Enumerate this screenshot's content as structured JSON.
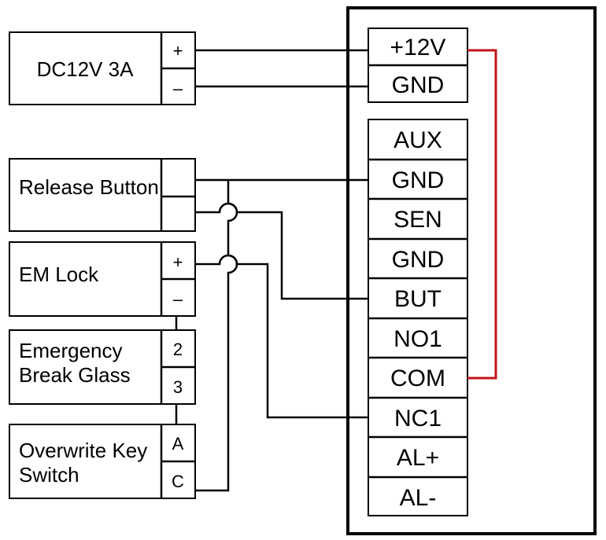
{
  "power_supply": {
    "label": "DC12V 3A",
    "terminals": [
      "+",
      "–"
    ]
  },
  "release_button": {
    "label": "Release Button",
    "terminals": [
      "",
      ""
    ]
  },
  "em_lock": {
    "label": "EM Lock",
    "terminals": [
      "+",
      "–"
    ]
  },
  "emergency_break_glass": {
    "label_lines": [
      "Emergency",
      "Break Glass"
    ],
    "terminals": [
      "2",
      "3"
    ]
  },
  "overwrite_key_switch": {
    "label_lines": [
      "Overwrite Key",
      "Switch"
    ],
    "terminals": [
      "A",
      "C"
    ]
  },
  "controller": {
    "power_terminals": [
      "+12V",
      "GND"
    ],
    "terminals": [
      "AUX",
      "GND",
      "SEN",
      "GND",
      "BUT",
      "NO1",
      "COM",
      "NC1",
      "AL+",
      "AL-"
    ]
  },
  "colors": {
    "jumper": "#c0141c",
    "wire": "#000000"
  }
}
